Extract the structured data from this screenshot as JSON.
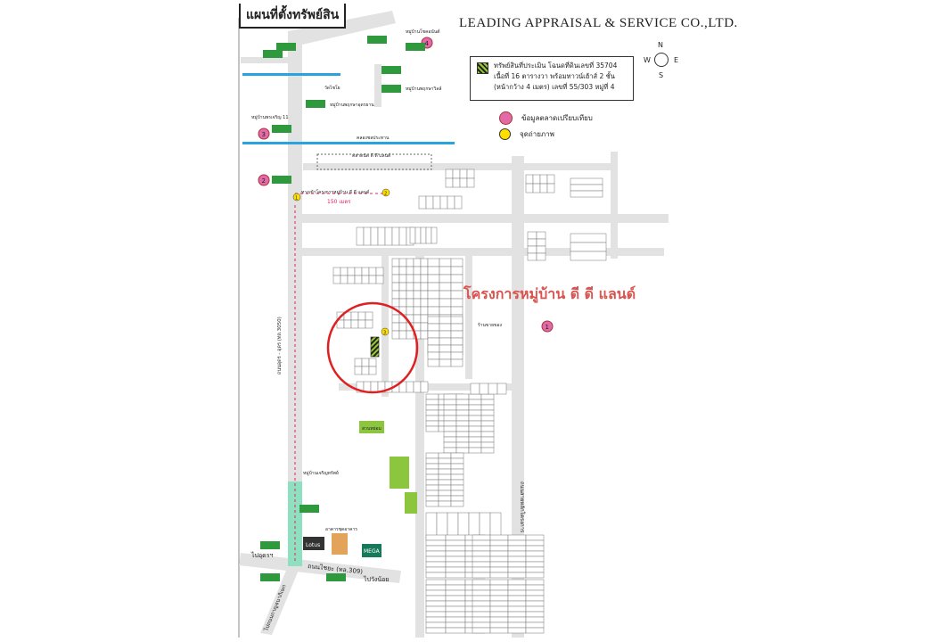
{
  "header": {
    "map_title": "แผนที่ตั้งทรัพย์สิน",
    "company": "LEADING APPRAISAL & SERVICE CO.,LTD."
  },
  "legend": {
    "subject_lines": [
      "ทรัพย์สินที่ประเมิน โฉนดที่ดินเลขที่ 35704",
      "เนื้อที่ 16 ตารางวา พร้อมทาวน์เฮ้าส์ 2 ชั้น",
      "(หน้ากว้าง 4 เมตร) เลขที่ 55/303 หมู่ที่ 4"
    ],
    "comparable": "ข้อมูลตลาดเปรียบเทียบ",
    "photo_point": "จุดถ่ายภาพ"
  },
  "compass": {
    "n": "N",
    "s": "S",
    "e": "E",
    "w": "W"
  },
  "project_label": "โครงการหมู่บ้าน ดี ดี แลนด์",
  "distance_label": "150 เมตร",
  "markers": [
    "1",
    "2",
    "3",
    "4"
  ],
  "photo_markers": [
    "1",
    "2",
    "3"
  ],
  "labels": {
    "market": "ตลาดนัด ดี ดี แลนด์",
    "canal": "คลองชลประทาน",
    "road_bottom": "ถนนไชยะ (ทล.309)",
    "to_left": "ไปอุดรฯ",
    "to_right": "ไปวังน้อย",
    "to_bottom": "ไปถนนกาญจนาภิเษก",
    "main_road": "ถนนอุดร - อุดร (ทล.3050)",
    "soi_main": "ถนนสายหลักโครงการ",
    "entrance": "ทางเข้าโครงการหมู่บ้าน ดี ดี แลนด์",
    "village_a": "หมู่บ้านพรเจริญ 11",
    "village_b": "หมู่บ้านพฤกษาอุดรธาน",
    "village_c": "หมู่บ้านโชคอนันต์",
    "village_d": "หมู่บ้านพฤกษาวิลล์",
    "village_e": "หมู่บ้านเจริญทรัพย์",
    "temple": "วัดไชโย",
    "shop": "ร้านขายของ",
    "park": "สวนหย่อม",
    "lotus": "Lotus",
    "mega": "MEGA",
    "building": "อาคารชุดอาคาร"
  },
  "colors": {
    "road": "#e2e2e2",
    "canal": "#29a3e0",
    "accent": "#e0245e",
    "green": "#2e9a3d",
    "park": "#8cc63f"
  }
}
